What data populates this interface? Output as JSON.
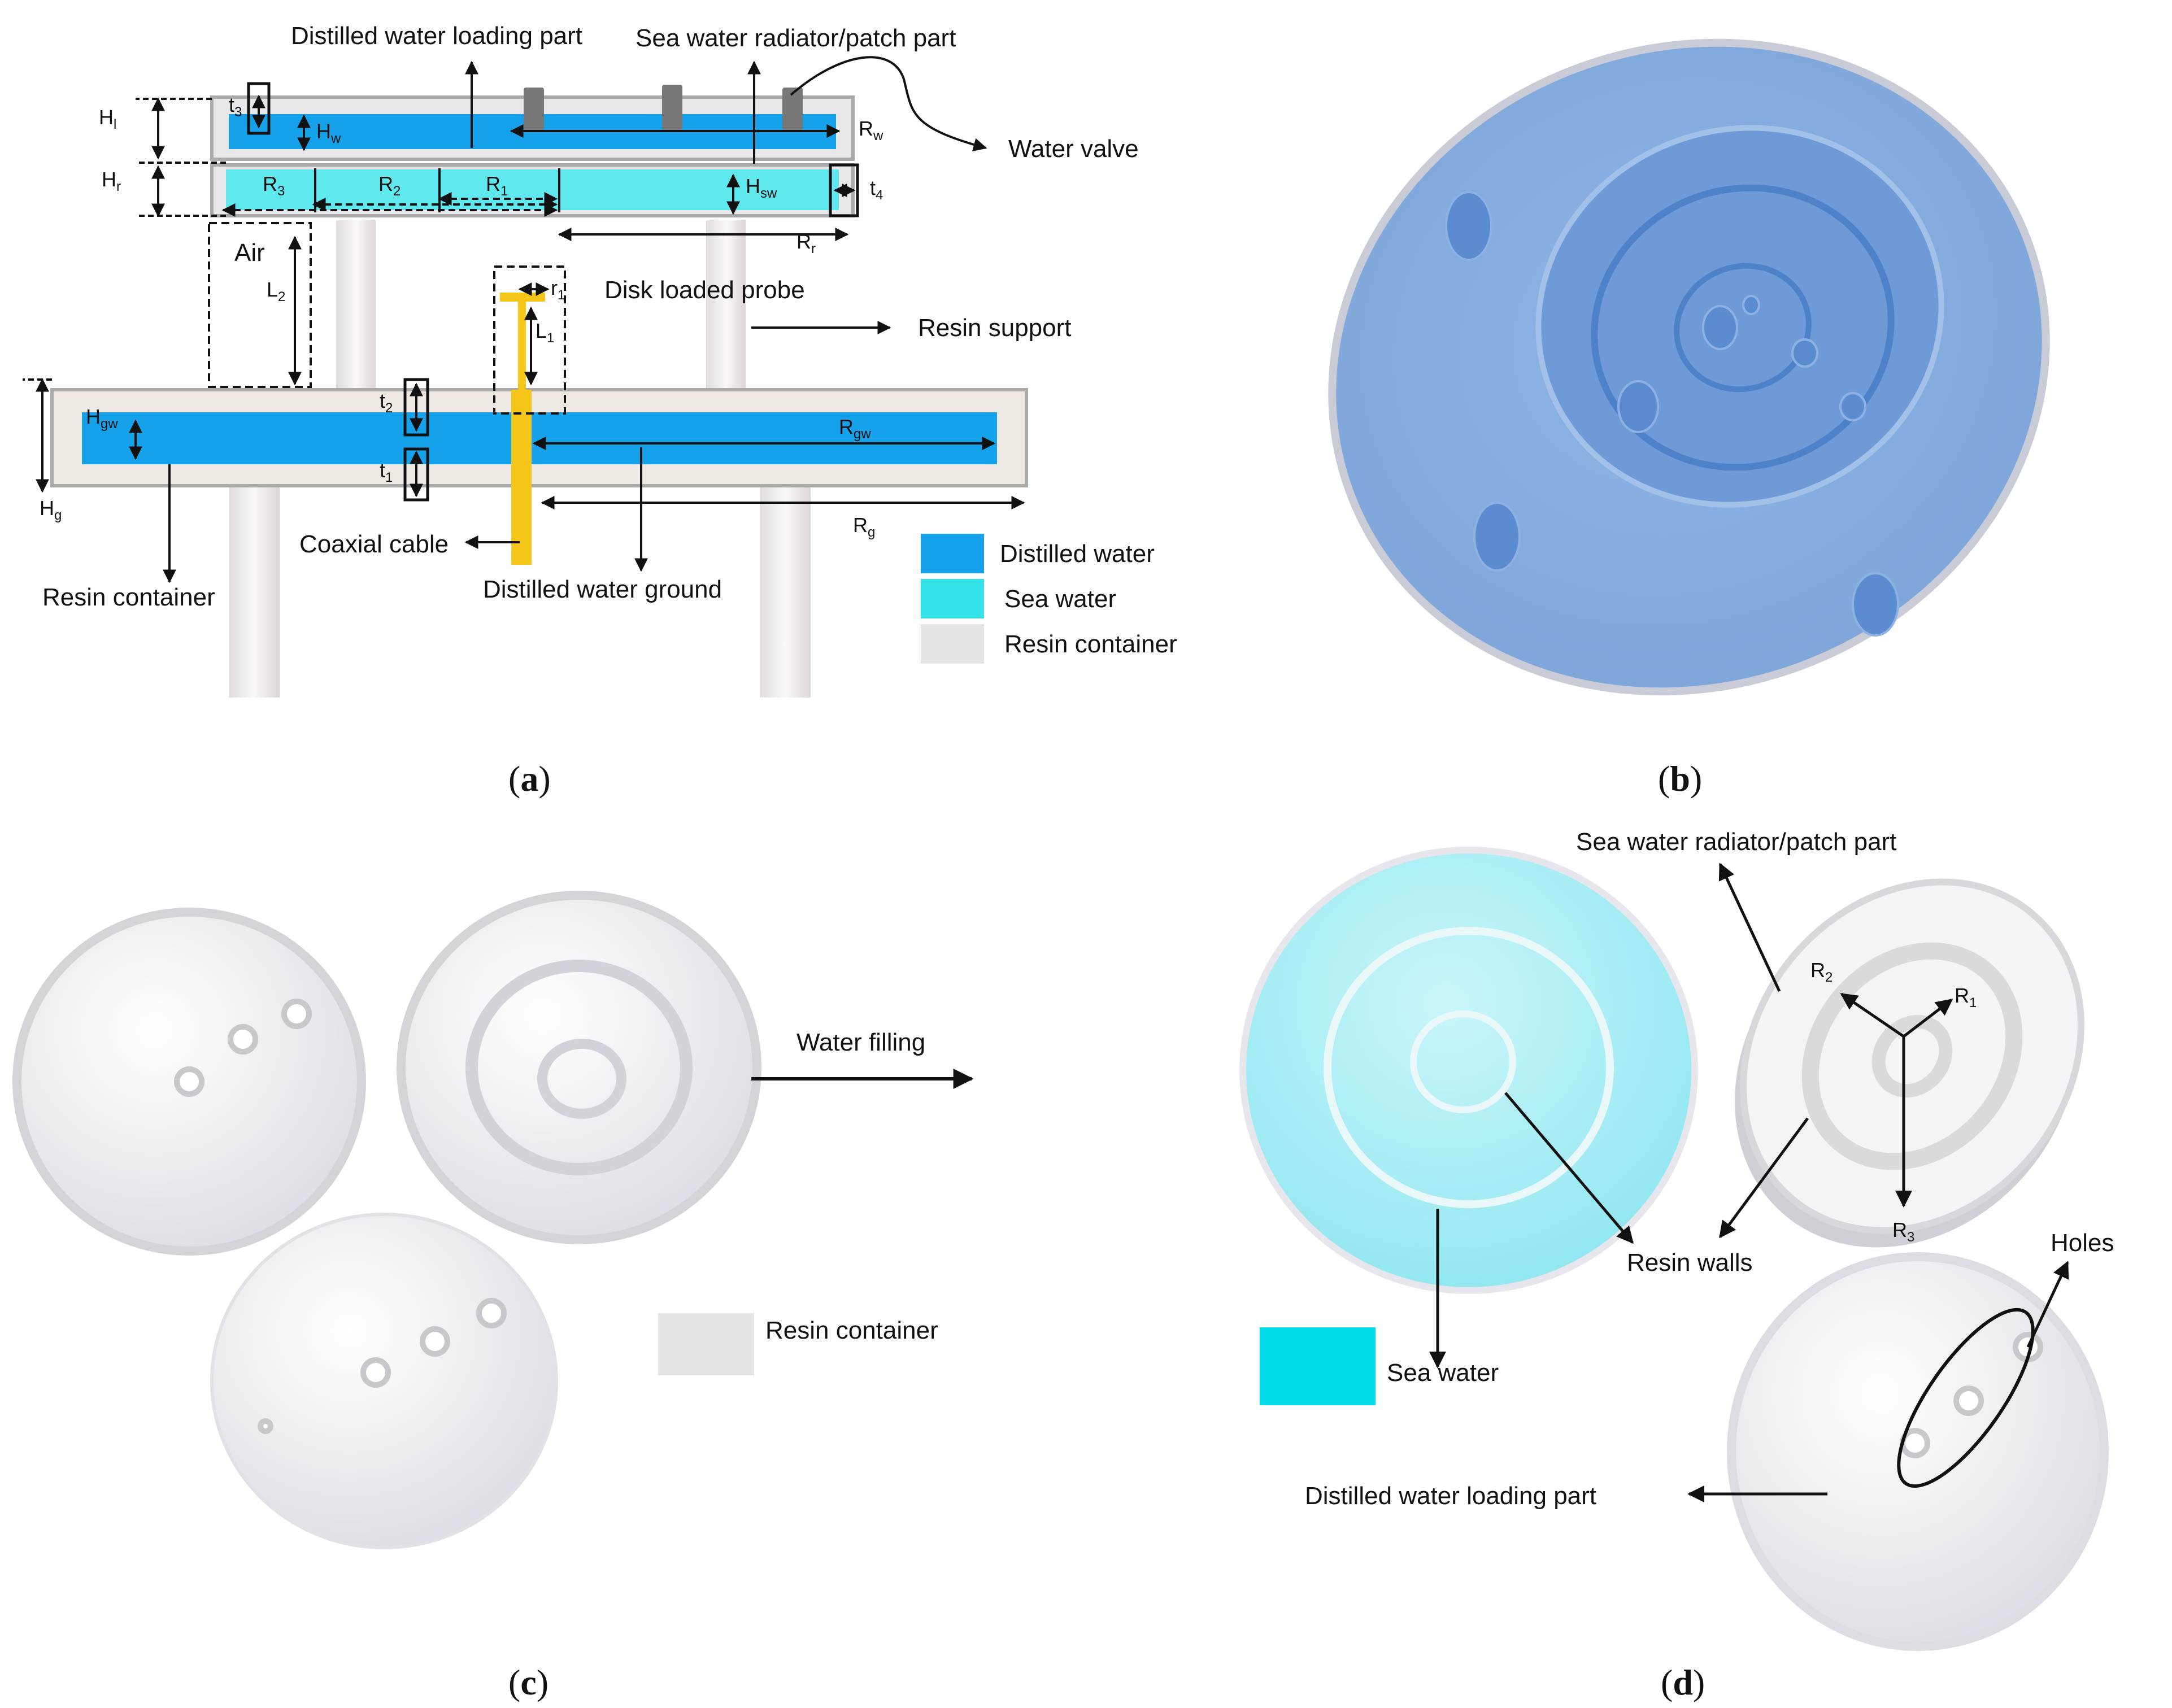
{
  "colors": {
    "distilled_water": "#16a2ea",
    "sea_water": "#33e2e8",
    "resin": "#e4e4e6",
    "yellow": "#f5c518"
  },
  "panel_a": {
    "caption": "a",
    "labels": {
      "distilled_loading_part": "Distilled water loading part",
      "sea_water_radiator": "Sea water radiator/patch part",
      "water_valve": "Water valve",
      "air": "Air",
      "disk_loaded_probe": "Disk loaded probe",
      "resin_support": "Resin support",
      "coaxial_cable": "Coaxial cable",
      "distilled_water_ground": "Distilled water ground",
      "resin_container": "Resin container"
    },
    "symbols": {
      "Hl": [
        "H",
        "l"
      ],
      "Hr": [
        "H",
        "r"
      ],
      "Hw": [
        "H",
        "w"
      ],
      "t3": [
        "t",
        "3"
      ],
      "Rw": [
        "R",
        "w"
      ],
      "R3": [
        "R",
        "3"
      ],
      "R2": [
        "R",
        "2"
      ],
      "R1": [
        "R",
        "1"
      ],
      "Hsw": [
        "H",
        "sw"
      ],
      "t4": [
        "t",
        "4"
      ],
      "Rr": [
        "R",
        "r"
      ],
      "L2": [
        "L",
        "2"
      ],
      "r1": [
        "r",
        "1"
      ],
      "L1": [
        "L",
        "1"
      ],
      "t2": [
        "t",
        "2"
      ],
      "Hgw": [
        "H",
        "gw"
      ],
      "Rgw": [
        "R",
        "gw"
      ],
      "t1": [
        "t",
        "1"
      ],
      "Hg": [
        "H",
        "g"
      ],
      "Rg": [
        "R",
        "g"
      ]
    },
    "legend": [
      "Distilled water",
      "Sea water",
      "Resin container"
    ]
  },
  "panel_b": {
    "caption": "b"
  },
  "panel_c": {
    "caption": "c",
    "water_filling": "Water filling",
    "legend": "Resin container"
  },
  "panel_d": {
    "caption": "d",
    "sea_water_radiator": "Sea water radiator/patch part",
    "R2": [
      "R",
      "2"
    ],
    "R1": [
      "R",
      "1"
    ],
    "R3": [
      "R",
      "3"
    ],
    "resin_walls": "Resin walls",
    "holes": "Holes",
    "sea_water": "Sea water",
    "distilled_loading_part": "Distilled water loading part"
  }
}
